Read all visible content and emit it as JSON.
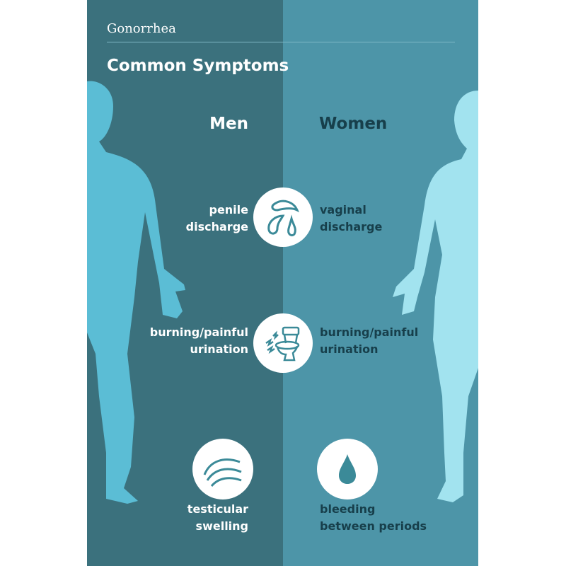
{
  "title": "Gonorrhea",
  "heading": "Common Symptoms",
  "columns": {
    "men": "Men",
    "women": "Women"
  },
  "men_symptoms": [
    {
      "line1": "penile",
      "line2": "discharge",
      "icon": "droplets-icon"
    },
    {
      "line1": "burning/painful",
      "line2": "urination",
      "icon": "toilet-icon"
    },
    {
      "line1": "testicular",
      "line2": "swelling",
      "icon": "swelling-icon"
    }
  ],
  "women_symptoms": [
    {
      "line1": "vaginal",
      "line2": "discharge",
      "icon": "droplets-icon"
    },
    {
      "line1": "burning/painful",
      "line2": "urination",
      "icon": "toilet-icon"
    },
    {
      "line1": "bleeding",
      "line2": "between periods",
      "icon": "blood-drop-icon"
    }
  ],
  "colors": {
    "men_panel": "#3b717d",
    "women_panel": "#4d95a8",
    "men_figure": "#5bbdd5",
    "women_figure": "#a2e3ef",
    "icon": "#3b8a98"
  }
}
